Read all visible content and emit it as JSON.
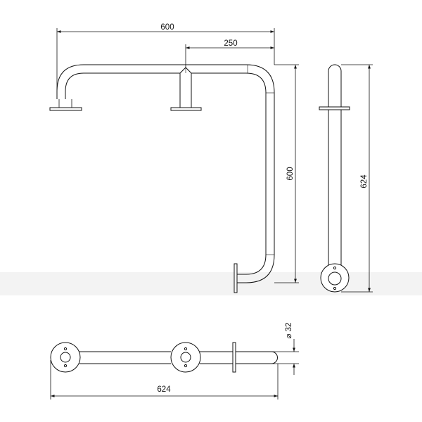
{
  "dimensions": {
    "top_width": "600",
    "top_offset": "250",
    "front_height": "600",
    "side_height": "624",
    "plan_length": "624",
    "tube_diameter": "⌀ 32"
  },
  "colors": {
    "line": "#111111",
    "band": "#f3f3f3",
    "background": "#ffffff"
  }
}
